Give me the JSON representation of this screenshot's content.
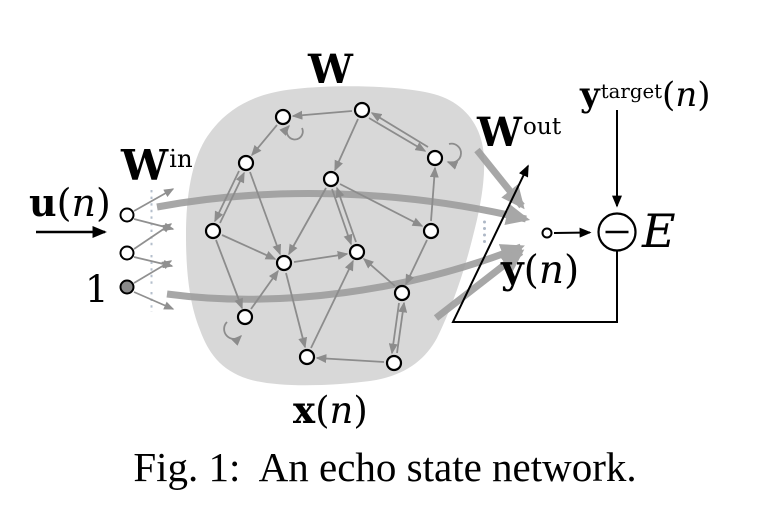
{
  "figure": {
    "caption": "Fig. 1:  An echo state network.",
    "labels": {
      "input": {
        "sym": "u",
        "open": "(",
        "var": "n",
        "close": ")"
      },
      "bias": "1",
      "w_in": {
        "sym": "W",
        "sup": "in"
      },
      "w": {
        "sym": "W"
      },
      "w_out": {
        "sym": "W",
        "sup": "out"
      },
      "state": {
        "sym": "x",
        "open": "(",
        "var": "n",
        "close": ")"
      },
      "output": {
        "sym": "y",
        "open": "(",
        "var": "n",
        "close": ")"
      },
      "target": {
        "sym": "y",
        "sup": "target",
        "open": "(",
        "var": "n",
        "close": ")"
      },
      "error": "E"
    },
    "colors": {
      "background": "#ffffff",
      "reservoir_fill": "#d8d8d8",
      "connection_gray": "#8c8c8c",
      "readout_arrow_gray": "#9e9e9e",
      "bias_node_fill": "#8a8a8a",
      "ellipsis_dots": "#aeb8c6",
      "text": "#000000"
    }
  }
}
